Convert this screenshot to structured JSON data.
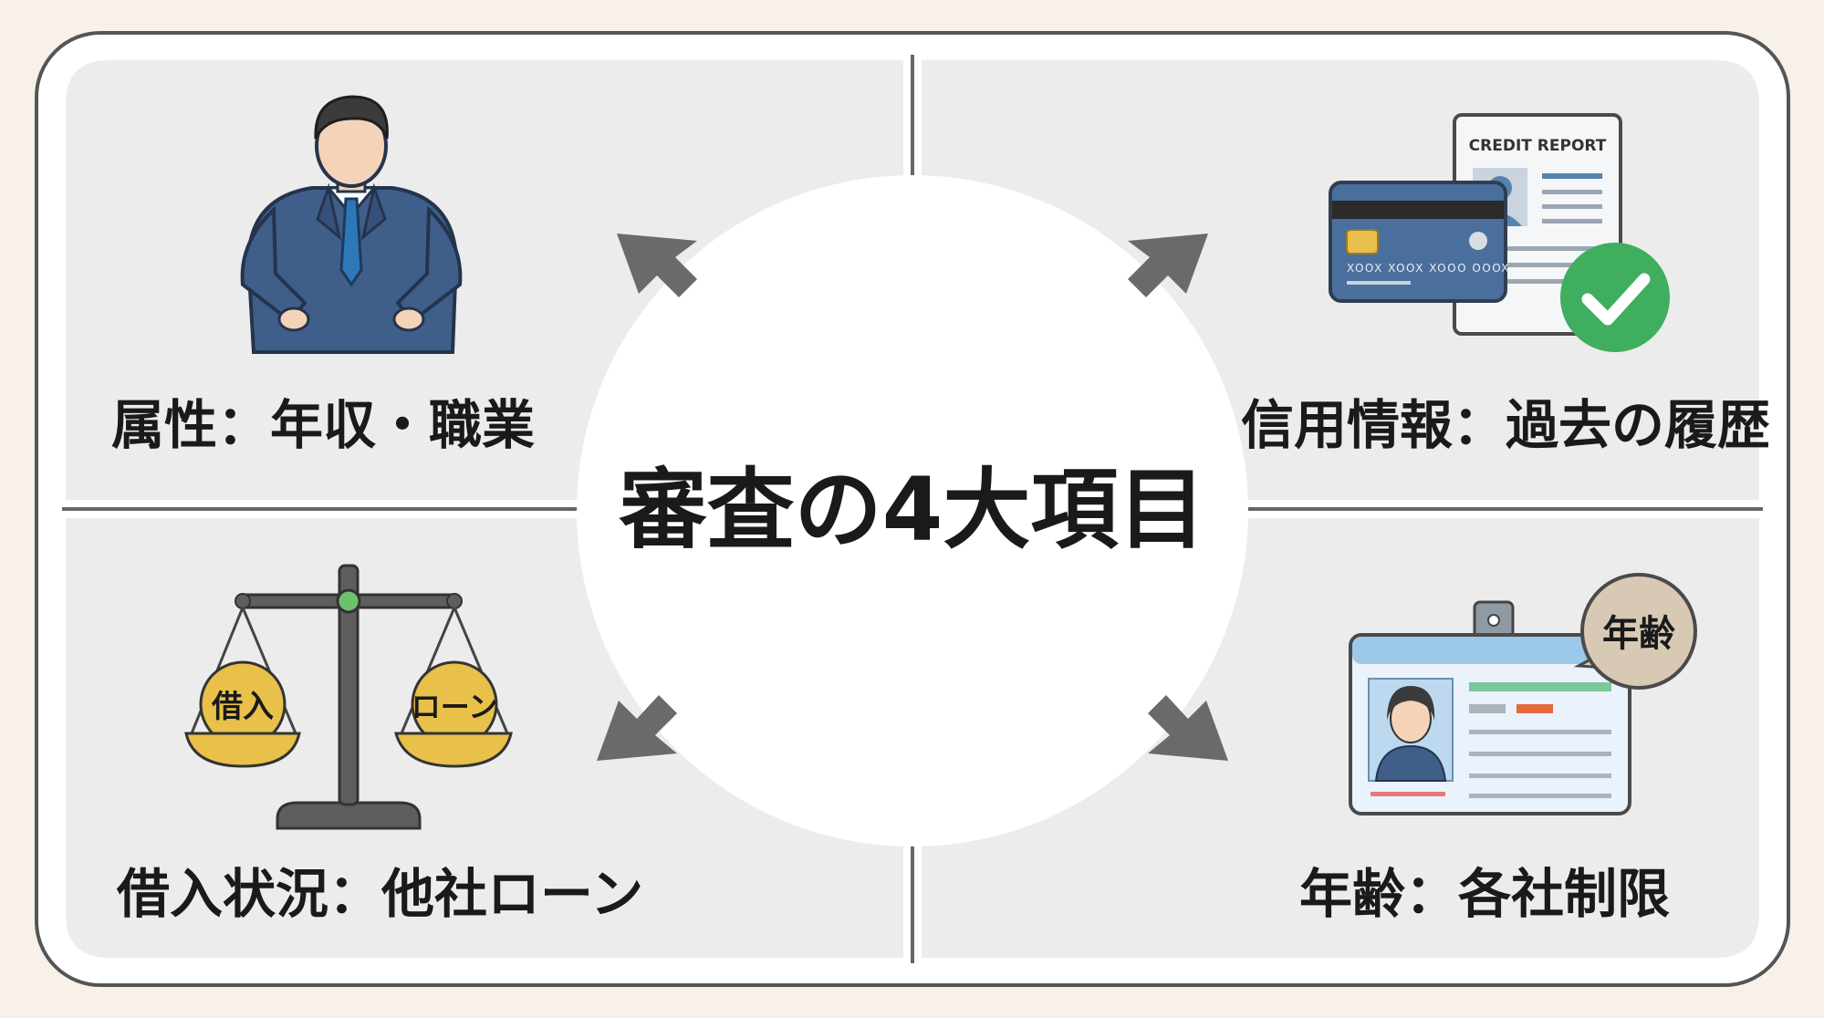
{
  "title": "審査の4大項目",
  "quadrants": [
    {
      "id": "attribute",
      "label": "属性：年収・職業",
      "icon": "businessman-icon"
    },
    {
      "id": "credit",
      "label": "信用情報：過去の履歴",
      "icon": "credit-report-icon"
    },
    {
      "id": "borrowing",
      "label": "借入状況：他社ローン",
      "icon": "scale-icon"
    },
    {
      "id": "age",
      "label": "年齢：各社制限",
      "icon": "id-card-icon"
    }
  ],
  "credit_report": {
    "header": "CREDIT REPORT",
    "card_number": "XOOX XOOX XOOO OOOX"
  },
  "scale": {
    "left_pan": "借入",
    "right_pan": "ローン"
  },
  "age_badge": "年齢",
  "colors": {
    "background": "#f7f1ea",
    "panel": "#ececec",
    "suit": "#3f5f8a",
    "card": "#4a6f9c",
    "check": "#3fae5f",
    "gold": "#e8c04a",
    "arrow": "#6a6a6a"
  }
}
